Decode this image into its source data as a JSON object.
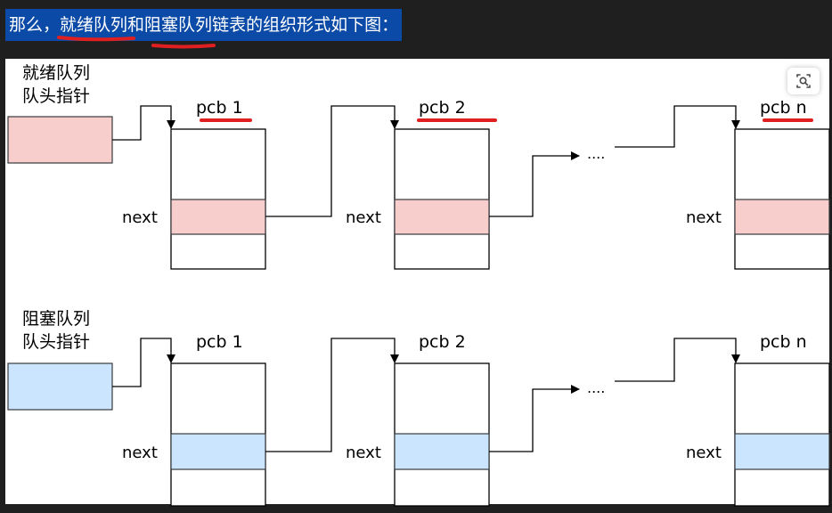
{
  "sentence": {
    "prefix": "那么，",
    "term1": "就绪队列",
    "conj": "和",
    "term2": "阻塞队列",
    "suffix": "链表的组织形式如下图："
  },
  "ready_queue": {
    "head_line1": "就绪队列",
    "head_line2": "队头指针",
    "pcb1": "pcb 1",
    "pcb2": "pcb 2",
    "pcbn": "pcb n",
    "ellipsis": "....",
    "next": "next",
    "colors": {
      "head_fill": "#f8cecc",
      "next_fill": "#f8cecc",
      "stroke": "#36393d"
    }
  },
  "blocked_queue": {
    "head_line1": "阻塞队列",
    "head_line2": "队头指针",
    "pcb1": "pcb 1",
    "pcb2": "pcb 2",
    "pcbn": "pcb n",
    "ellipsis": "....",
    "next": "next",
    "colors": {
      "head_fill": "#cce5ff",
      "next_fill": "#cce5ff",
      "stroke": "#36393d"
    }
  },
  "annotation_color": "#e02020",
  "highlight_color": "#0b4aa6",
  "icons": {
    "image_scan": "scan-icon"
  }
}
